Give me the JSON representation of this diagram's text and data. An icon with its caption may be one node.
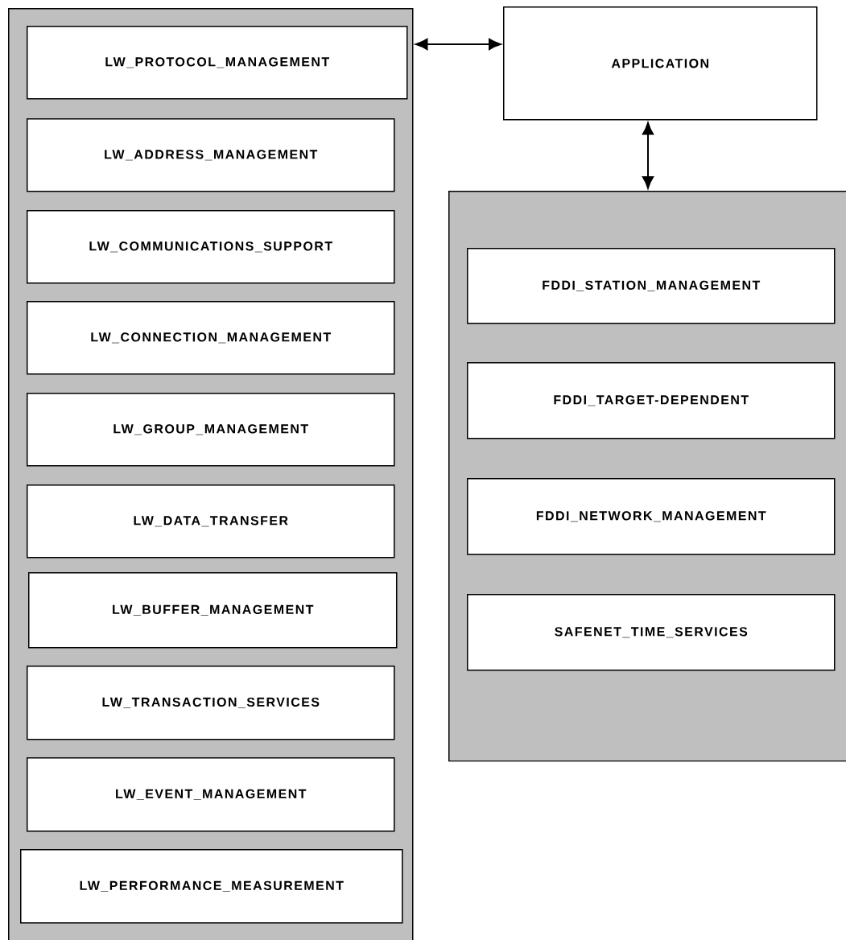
{
  "diagram": {
    "nodes": [
      {
        "text": [],
        "shape": "box"
      },
      {
        "text": [
          "LW_PROTOCOL_MANAGEMENT"
        ],
        "in": 0
      },
      {
        "text": [
          "LW_ADDRESS_MANAGEMENT"
        ],
        "in": 0
      },
      {
        "text": [
          "LW_COMMUNICATIONS_SUPPORT"
        ],
        "in": 0
      },
      {
        "text": [
          "LW_CONNECTION_MANAGEMENT"
        ],
        "in": 0
      },
      {
        "text": [
          "LW_GROUP_MANAGEMENT"
        ],
        "in": 0
      },
      {
        "text": [
          "LW_DATA_TRANSFER"
        ],
        "in": 0
      },
      {
        "text": [
          "LW_BUFFER_MANAGEMENT"
        ],
        "in": 0
      },
      {
        "text": [
          "LW_TRANSACTION_SERVICES"
        ],
        "in": 0
      },
      {
        "text": [
          "LW_EVENT_MANAGEMENT"
        ],
        "in": 0
      },
      {
        "text": [
          "LW_PERFORMANCE_MEASUREMENT"
        ],
        "in": 0
      },
      {
        "text": [
          "APPLICATION"
        ]
      },
      {
        "text": [],
        "shape": "box"
      },
      {
        "text": [
          "FDDI_STATION_MANAGEMENT"
        ],
        "in": 12
      },
      {
        "text": [
          "FDDI_TARGET-DEPENDENT"
        ],
        "in": 12
      },
      {
        "text": [
          "FDDI_NETWORK_MANAGEMENT"
        ],
        "in": 12
      },
      {
        "text": [
          "SAFENET_TIME_SERVICES"
        ],
        "in": 12
      }
    ],
    "edges": [
      {
        "from": 0,
        "to": 11,
        "arrow": "both"
      },
      {
        "from": 11,
        "to": 12,
        "arrow": "both"
      }
    ]
  }
}
